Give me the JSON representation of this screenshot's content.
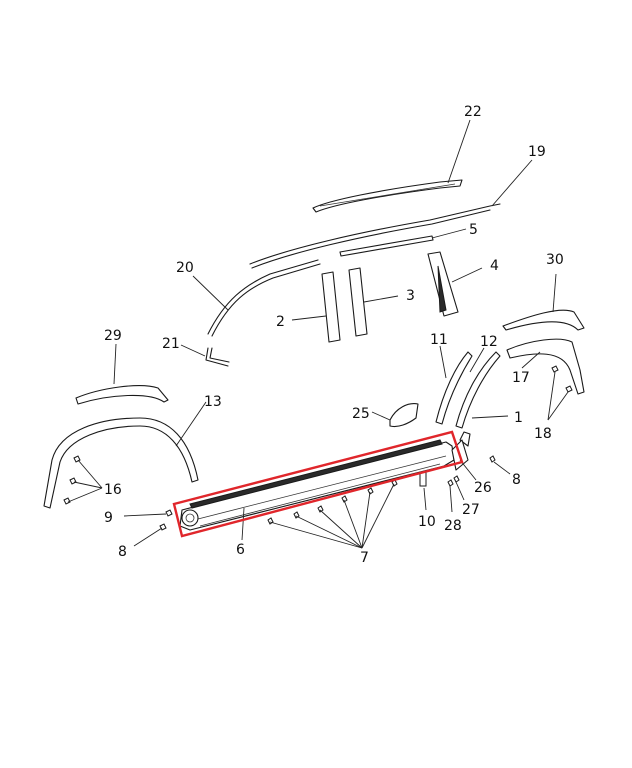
{
  "callouts": [
    "22",
    "19",
    "5",
    "20",
    "4",
    "2",
    "3",
    "30",
    "29",
    "21",
    "11",
    "12",
    "17",
    "13",
    "25",
    "1",
    "18",
    "16",
    "26",
    "8",
    "9",
    "10",
    "27",
    "6",
    "28",
    "8",
    "7"
  ],
  "colors": {
    "highlight": "#e0262b",
    "ink": "#1a1a1a"
  }
}
